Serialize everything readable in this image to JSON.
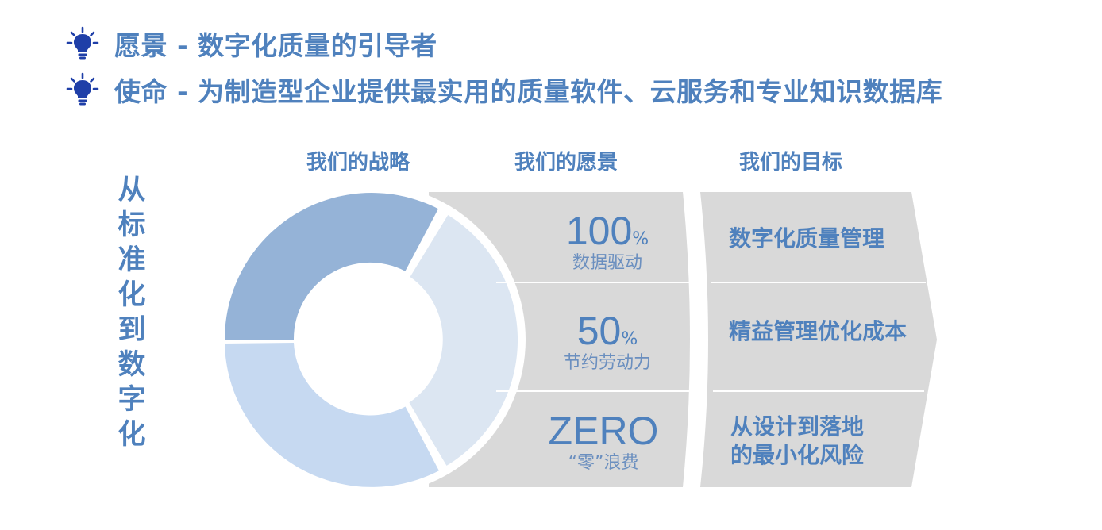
{
  "headings": [
    {
      "icon": "lightbulb-icon",
      "text": "愿景 - 数字化质量的引导者"
    },
    {
      "icon": "lightbulb-icon",
      "text": "使命 - 为制造型企业提供最实用的质量软件、云服务和专业知识数据库"
    }
  ],
  "vertical_title": [
    "从",
    "标",
    "准",
    "化",
    "到",
    "数",
    "字",
    "化"
  ],
  "columns": {
    "strategy": "我们的战略",
    "vision": "我们的愿景",
    "goal": "我们的目标"
  },
  "metrics": [
    {
      "value": "100",
      "unit": "%",
      "label": "数据驱动"
    },
    {
      "value": "50",
      "unit": "%",
      "label": "节约劳动力"
    },
    {
      "value": "ZERO",
      "unit": "",
      "label": "“零”浪费"
    }
  ],
  "goals": [
    {
      "lines": [
        "数字化质量管理"
      ]
    },
    {
      "lines": [
        "精益管理优化成本"
      ]
    },
    {
      "lines": [
        "从设计到落地",
        "的最小化风险"
      ]
    }
  ],
  "colors": {
    "accent": "#4f81bd",
    "icon_blue": "#1f3fa8",
    "ring_dark": "#95b3d7",
    "ring_mid": "#c6d9f1",
    "ring_light": "#dce6f2",
    "panel_gray": "#d9d9d9"
  }
}
